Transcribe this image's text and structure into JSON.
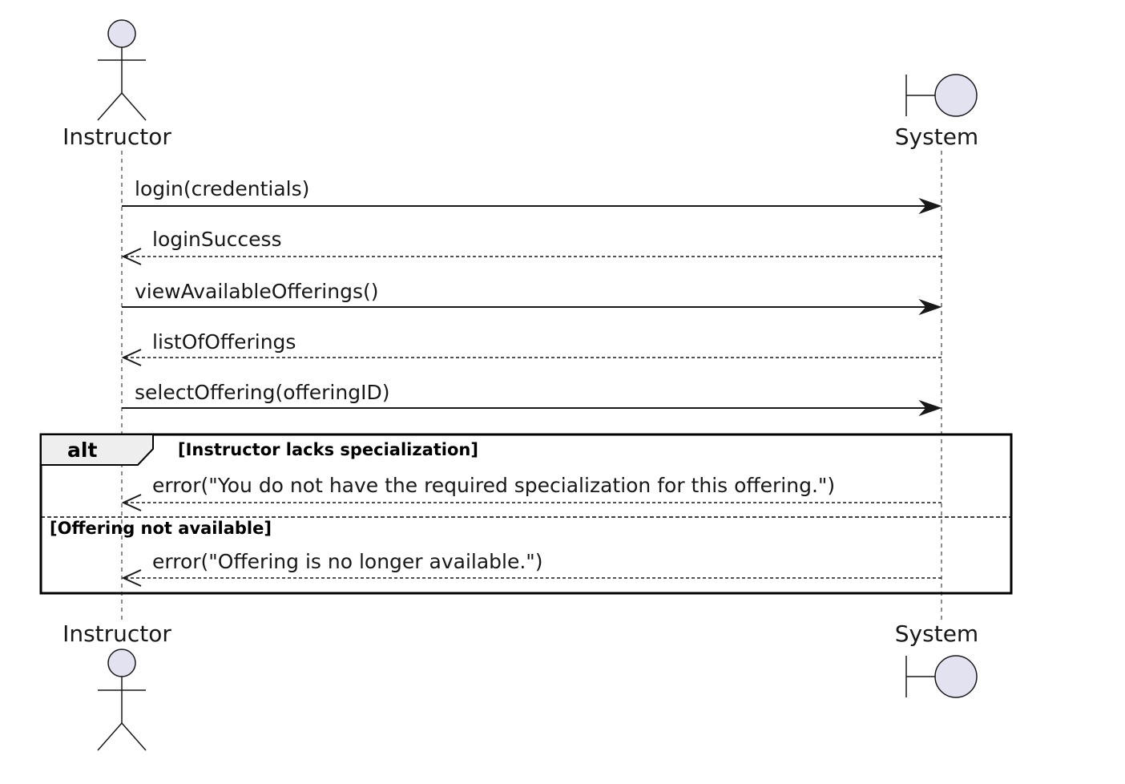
{
  "participants": {
    "instructor": {
      "label": "Instructor",
      "kind": "actor",
      "icon": "actor-icon"
    },
    "system": {
      "label": "System",
      "kind": "boundary",
      "icon": "boundary-icon"
    }
  },
  "messages": [
    {
      "label": "login(credentials)",
      "from": "Instructor",
      "to": "System",
      "style": "sync"
    },
    {
      "label": "loginSuccess",
      "from": "System",
      "to": "Instructor",
      "style": "reply"
    },
    {
      "label": "viewAvailableOfferings()",
      "from": "Instructor",
      "to": "System",
      "style": "sync"
    },
    {
      "label": "listOfOfferings",
      "from": "System",
      "to": "Instructor",
      "style": "reply"
    },
    {
      "label": "selectOffering(offeringID)",
      "from": "Instructor",
      "to": "System",
      "style": "sync"
    }
  ],
  "fragment": {
    "keyword": "alt",
    "operands": [
      {
        "guard": "[Instructor lacks specialization]",
        "message": {
          "label": "error(\"You do not have the required specialization for this offering.\")",
          "from": "System",
          "to": "Instructor",
          "style": "reply"
        }
      },
      {
        "guard": "[Offering not available]",
        "message": {
          "label": "error(\"Offering is no longer available.\")",
          "from": "System",
          "to": "Instructor",
          "style": "reply"
        }
      }
    ]
  },
  "colors": {
    "participant_fill": "#e2e2f0",
    "line": "#181818",
    "fragment_tab_fill": "#eeeeee"
  }
}
